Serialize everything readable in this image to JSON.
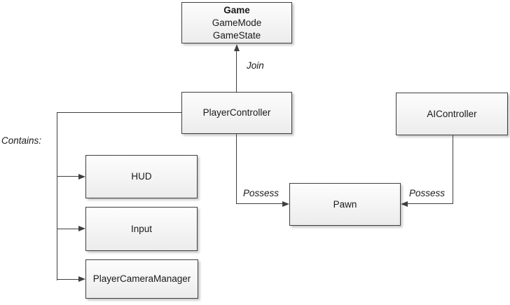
{
  "boxes": {
    "game": {
      "title": "Game",
      "subtitle1": "GameMode",
      "subtitle2": "GameState"
    },
    "player_controller": {
      "label": "PlayerController"
    },
    "ai_controller": {
      "label": "AIController"
    },
    "pawn": {
      "label": "Pawn"
    },
    "hud": {
      "label": "HUD"
    },
    "input": {
      "label": "Input"
    },
    "player_camera_manager": {
      "label": "PlayerCameraManager"
    }
  },
  "edges": {
    "join": {
      "label": "Join"
    },
    "possess_player": {
      "label": "Possess"
    },
    "possess_ai": {
      "label": "Possess"
    },
    "contains": {
      "label": "Contains:"
    }
  },
  "colors": {
    "background": "#ffffff",
    "box_border": "#3f3f3f",
    "box_fill_top": "#fdfdfd",
    "box_fill_bottom": "#ececec",
    "connector": "#3f3f3f",
    "text": "#1a1a1a"
  }
}
